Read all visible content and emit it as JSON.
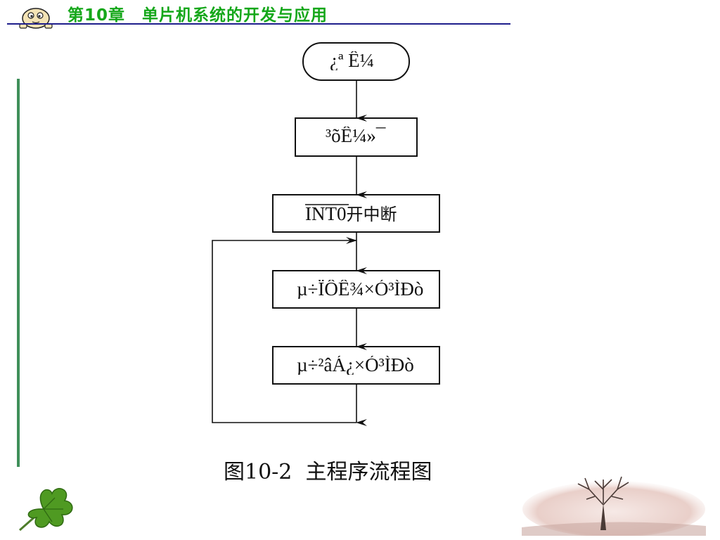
{
  "header": {
    "title": "第10章　单片机系统的开发与应用",
    "accent_color": "#15a71a",
    "rule_color": "#1e1e8c"
  },
  "flowchart": {
    "start_label": "¿ª Ê¼",
    "init_label": "³õÊ¼»¯",
    "int_label": "INT0",
    "int_suffix": "开中断",
    "display_label": "µ÷ÏÔÊ¾×Ó³ÌÐò",
    "keyboard_label": "µ÷²âÁ¿×Ó³ÌÐò"
  },
  "caption": "图10-2  主程序流程图",
  "icons": [
    "mascot-icon",
    "leaf-icon",
    "tree-icon"
  ]
}
